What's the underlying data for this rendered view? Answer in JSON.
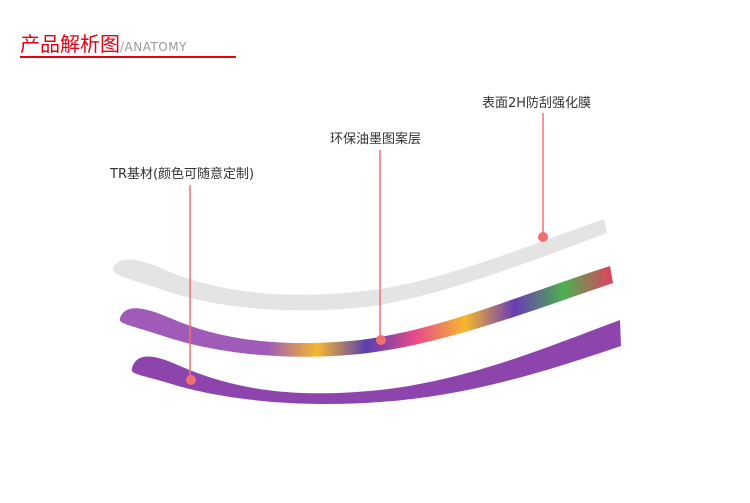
{
  "header": {
    "title": "产品解析图",
    "subtitle": "/ANATOMY"
  },
  "layers": [
    {
      "label": "表面2H防刮强化膜",
      "color": "#e4e4e4"
    },
    {
      "label": "环保油墨图案层",
      "color": "#9b59b6"
    },
    {
      "label": "TR基材(颜色可随意定制)",
      "color": "#8e44ad"
    }
  ],
  "colors": {
    "accent": "#e60012",
    "leader": "#f07070"
  }
}
